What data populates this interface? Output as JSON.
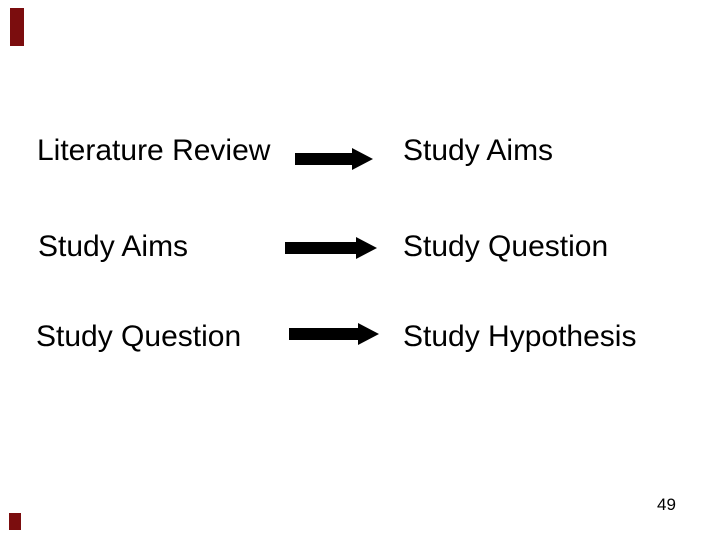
{
  "slide": {
    "background_color": "#ffffff",
    "text_color": "#000000",
    "marker_color": "#7b0d0e",
    "arrow_color": "#000000",
    "arrow_icon": "arrow-right",
    "page_number": "49",
    "rows": [
      {
        "from": "Literature Review",
        "to": "Study Aims"
      },
      {
        "from": "Study Aims",
        "to": "Study Question"
      },
      {
        "from": "Study Question",
        "to": "Study Hypothesis"
      }
    ]
  }
}
